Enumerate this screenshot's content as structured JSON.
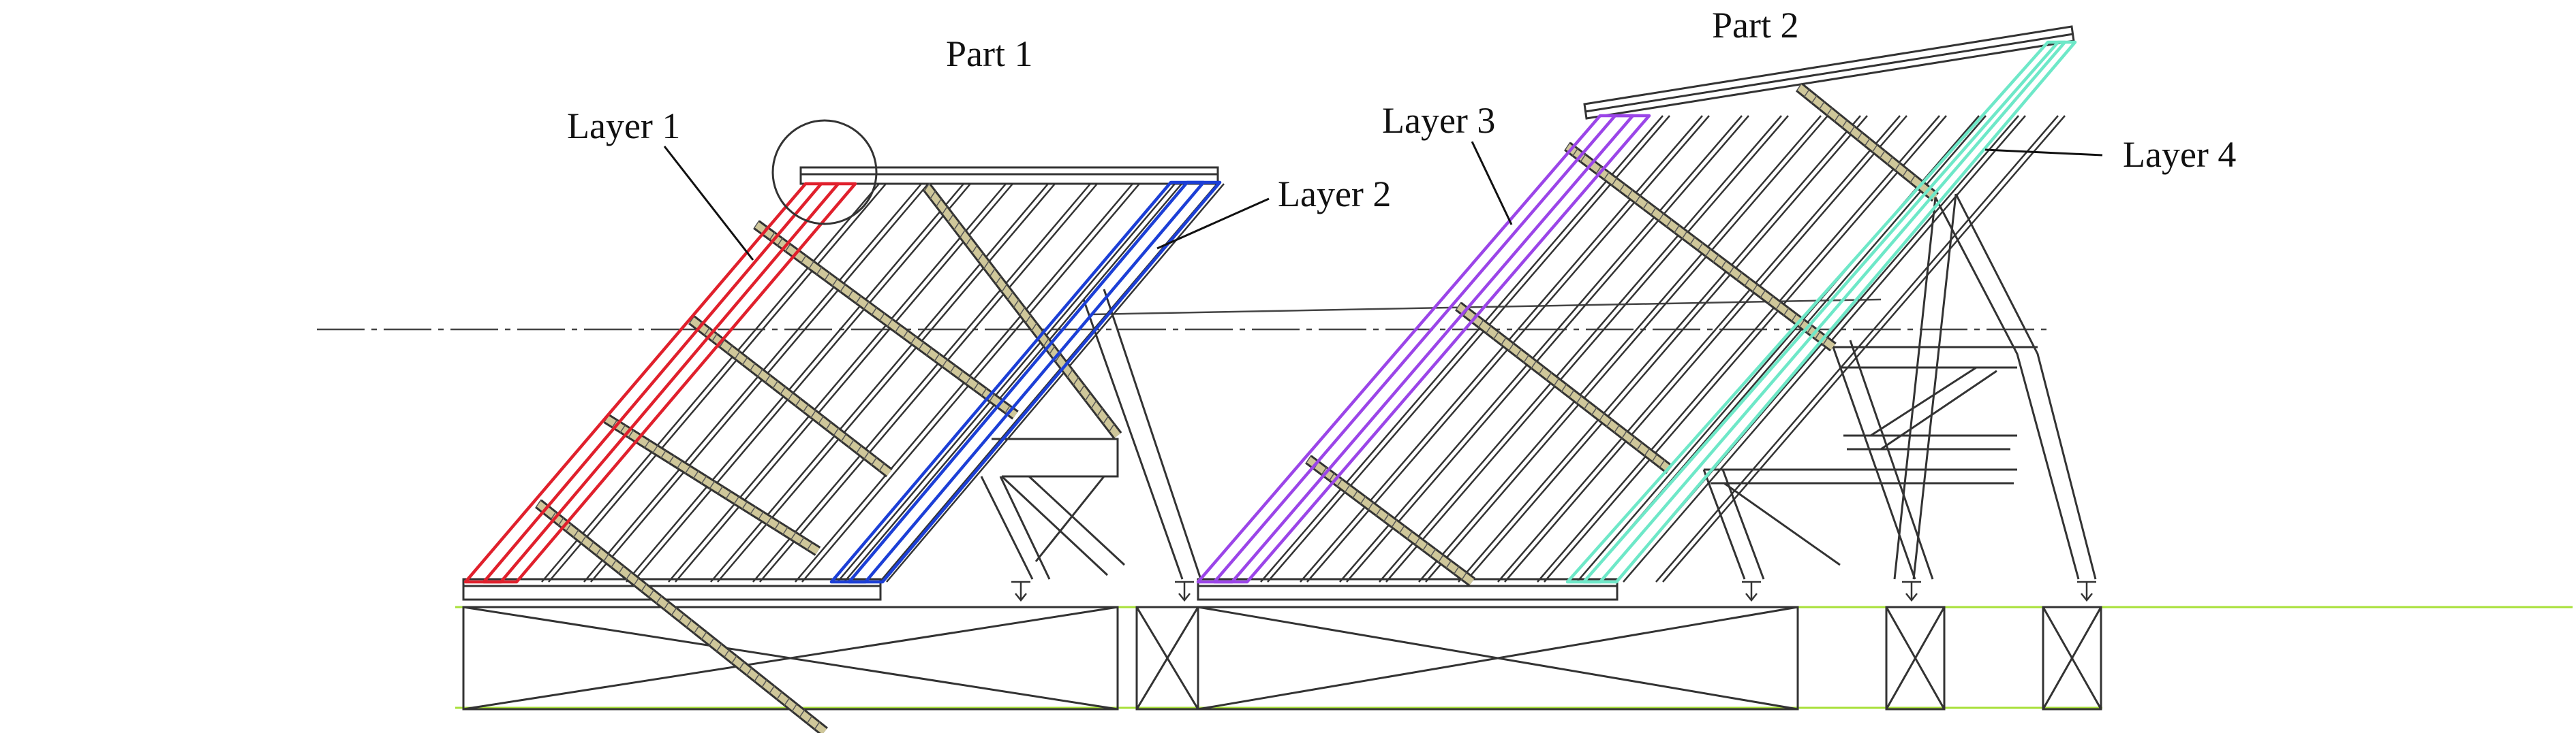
{
  "labels": {
    "part1": "Part 1",
    "part2": "Part 2",
    "layer1": "Layer 1",
    "layer2": "Layer 2",
    "layer3": "Layer 3",
    "layer4": "Layer 4"
  },
  "colors": {
    "background": "#ffffff",
    "structure": "#3a3a3a",
    "layer1": "#e0202c",
    "layer2": "#1c3fd6",
    "layer3": "#9b45e8",
    "layer4": "#6ee8c8",
    "ground_line": "#a8e03a",
    "strut_fill": "#cfc79a"
  }
}
